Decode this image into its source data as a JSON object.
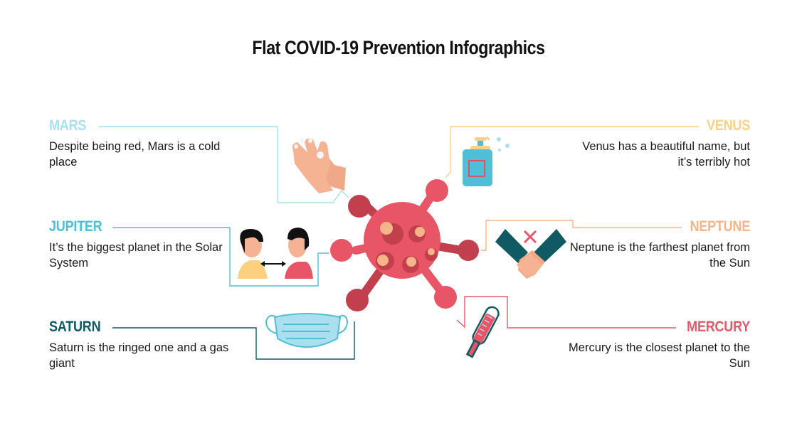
{
  "title": "Flat COVID-19 Prevention Infographics",
  "colors": {
    "mars": "#a9dfee",
    "jupiter": "#4fbfd8",
    "saturn": "#0f5a63",
    "venus": "#fdd087",
    "neptune": "#f7b48a",
    "mercury": "#e35a6a",
    "virus": "#e85566",
    "virus_dark": "#c23f4d",
    "virus_spot": "#f5b588"
  },
  "items": {
    "mars": {
      "name": "MARS",
      "desc": "Despite being red, Mars is a cold place",
      "icon": "hand-washing-icon"
    },
    "jupiter": {
      "name": "JUPITER",
      "desc": "It’s the biggest planet in the Solar System",
      "icon": "social-distancing-icon"
    },
    "saturn": {
      "name": "SATURN",
      "desc": "Saturn is the ringed one and a gas giant",
      "icon": "face-mask-icon"
    },
    "venus": {
      "name": "VENUS",
      "desc": "Venus has a beautiful name, but it’s terribly hot",
      "icon": "hand-sanitizer-icon"
    },
    "neptune": {
      "name": "NEPTUNE",
      "desc": "Neptune is the farthest planet from the Sun",
      "icon": "no-handshake-icon"
    },
    "mercury": {
      "name": "MERCURY",
      "desc": "Mercury is the closest planet to the Sun",
      "icon": "thermometer-icon"
    }
  },
  "center_icon": "virus-icon"
}
